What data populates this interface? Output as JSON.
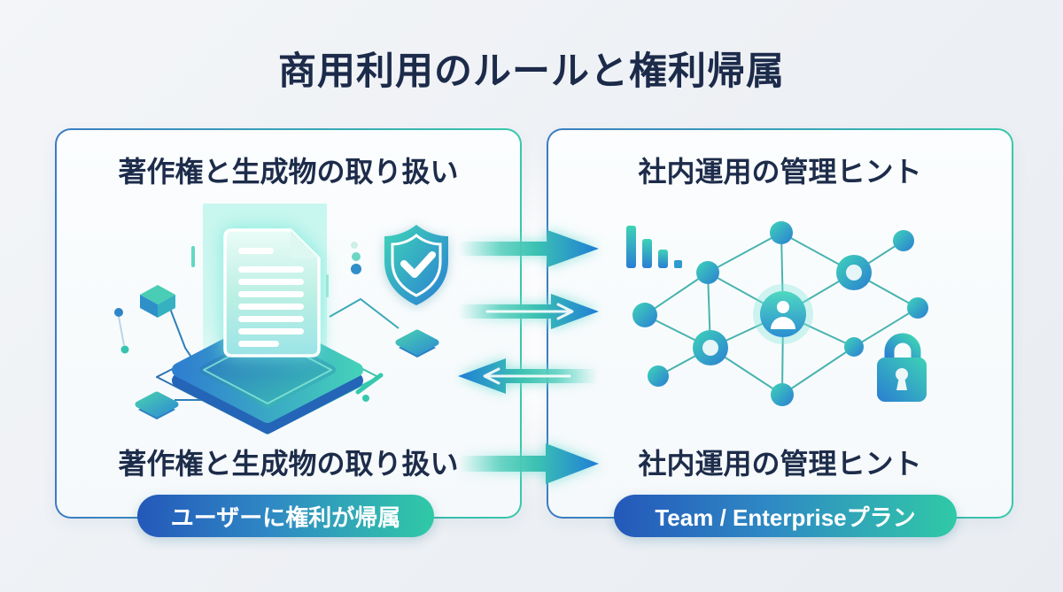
{
  "title": "商用利用のルールと権利帰属",
  "left_panel": {
    "heading_top": "著作権と生成物の取り扱い",
    "heading_bottom": "著作権と生成物の取り扱い",
    "badge": "ユーザーに権利が帰属",
    "icons": [
      "document-icon",
      "shield-check-icon",
      "platform-icon",
      "cube-icon"
    ]
  },
  "right_panel": {
    "heading_top": "社内運用の管理ヒント",
    "heading_bottom": "社内運用の管理ヒント",
    "badge": "Team / Enterpriseプラン",
    "icons": [
      "bar-chart-icon",
      "network-icon",
      "user-node-icon",
      "lock-icon"
    ]
  },
  "arrows": [
    {
      "direction": "right"
    },
    {
      "direction": "right"
    },
    {
      "direction": "left"
    },
    {
      "direction": "right"
    }
  ],
  "colors": {
    "title_text": "#1c2b4a",
    "panel_border_start": "#3a7cc2",
    "panel_border_end": "#38c8ac",
    "badge_gradient_start": "#2458ba",
    "badge_gradient_end": "#30c9a7",
    "arrow_teal": "#3cc2b2",
    "arrow_blue": "#1f7ed6",
    "illustration_teal": "#3fd4b8",
    "illustration_blue": "#2a7ed2"
  }
}
